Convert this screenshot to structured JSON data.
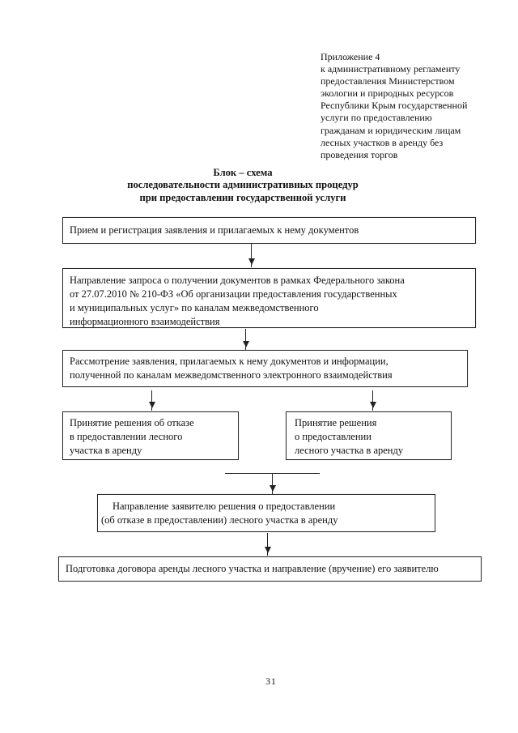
{
  "appendix": {
    "lines": [
      "Приложение 4",
      "к административному регламенту",
      "предоставления Министерством",
      "экологии и природных ресурсов",
      "Республики Крым государственной",
      "услуги по предоставлению",
      "гражданам и юридическим лицам",
      "лесных участков в аренду без",
      "проведения торгов"
    ]
  },
  "title": {
    "lines": [
      "Блок – схема",
      "последовательности административных процедур",
      "при предоставлении государственной услуги"
    ]
  },
  "flowchart": {
    "box_receive": {
      "text": "Прием и регистрация заявления и прилагаемых к нему документов"
    },
    "box_request": {
      "lines": [
        "Направление запроса о получении документов в рамках Федерального закона",
        "от 27.07.2010 № 210-ФЗ «Об организации предоставления государственных",
        "и муниципальных услуг» по каналам межведомственного",
        "информационного взаимодействия"
      ]
    },
    "box_review": {
      "lines": [
        "Рассмотрение заявления, прилагаемых к нему документов и информации,",
        "полученной по каналам межведомственного электронного взаимодействия"
      ]
    },
    "box_refuse": {
      "lines": [
        "Принятие решения об отказе",
        "в предоставлении лесного",
        "участка в аренду"
      ]
    },
    "box_grant": {
      "lines": [
        "Принятие решения",
        "о предоставлении",
        "лесного участка в аренду"
      ]
    },
    "box_notify": {
      "lines": [
        "Направление заявителю решения о предоставлении",
        "(об отказе в предоставлении) лесного участка в аренду"
      ]
    },
    "box_contract": {
      "text": "Подготовка договора аренды лесного участка и направление (вручение) его заявителю"
    }
  },
  "page_number": "31"
}
